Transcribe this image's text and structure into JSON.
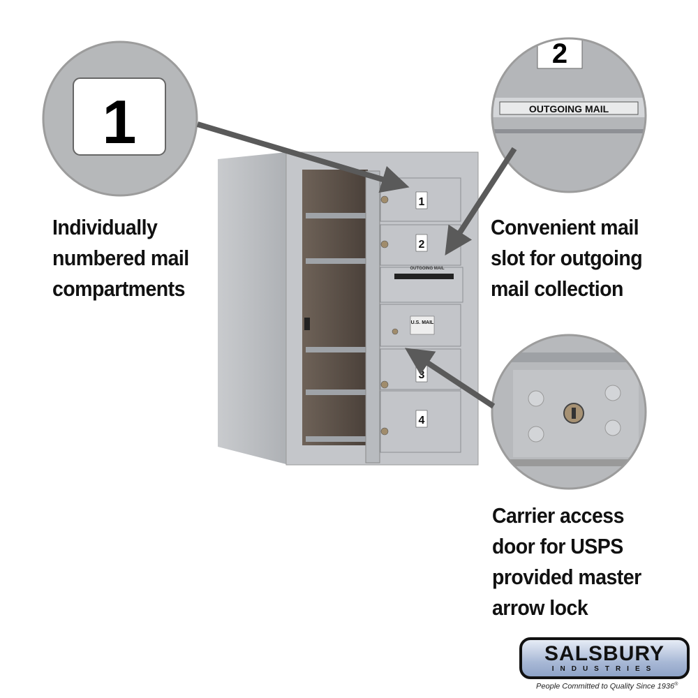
{
  "callouts": {
    "compartments": {
      "lines": [
        "Individually",
        "numbered mail",
        "compartments"
      ],
      "zoom_label": "1"
    },
    "outgoing": {
      "lines": [
        "Convenient mail",
        "slot for outgoing",
        "mail collection"
      ],
      "zoom_label": "2",
      "slot_label": "OUTGOING MAIL"
    },
    "carrier": {
      "lines": [
        "Carrier access",
        "door for USPS",
        "provided master",
        "arrow lock"
      ]
    }
  },
  "mailbox": {
    "doors": [
      "1",
      "2",
      "3",
      "4"
    ],
    "slot_label": "OUTGOING MAIL",
    "usps_label": "U.S. MAIL"
  },
  "logo": {
    "brand": "SALSBURY",
    "sub": "INDUSTRIES",
    "tagline": "People Committed to Quality Since 1936",
    "registered": "®"
  },
  "colors": {
    "arrow": "#5a5a5a",
    "metal": "#b9bcc0",
    "circle": "#9c9c9c"
  }
}
